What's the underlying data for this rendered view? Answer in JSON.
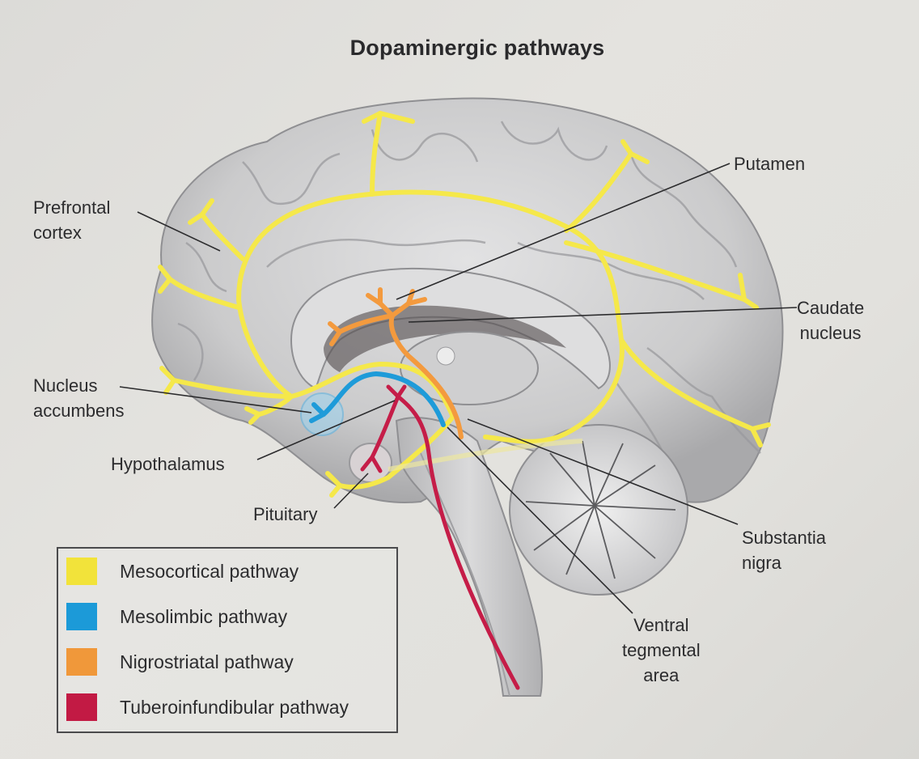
{
  "title": "Dopaminergic pathways",
  "labels": {
    "prefrontal_cortex": "Prefrontal\ncortex",
    "putamen": "Putamen",
    "caudate_nucleus": "Caudate\nnucleus",
    "nucleus_accumbens": "Nucleus\naccumbens",
    "hypothalamus": "Hypothalamus",
    "pituitary": "Pituitary",
    "substantia_nigra": "Substantia\nnigra",
    "ventral_tegmental_area": "Ventral\ntegmental\narea"
  },
  "legend": {
    "items": [
      {
        "label": "Mesocortical pathway",
        "color": "#f2e33a"
      },
      {
        "label": "Mesolimbic pathway",
        "color": "#1c9ad8"
      },
      {
        "label": "Nigrostriatal pathway",
        "color": "#f0983a"
      },
      {
        "label": "Tuberoinfundibular pathway",
        "color": "#c21a44"
      }
    ]
  },
  "colors": {
    "mesocortical": "#f5e84a",
    "mesolimbic": "#1e9bd9",
    "nigrostriatal": "#f39a3e",
    "tuberoinfundibular": "#c51d48",
    "brain": "#c9c9ca",
    "text": "#2c2c2e"
  }
}
